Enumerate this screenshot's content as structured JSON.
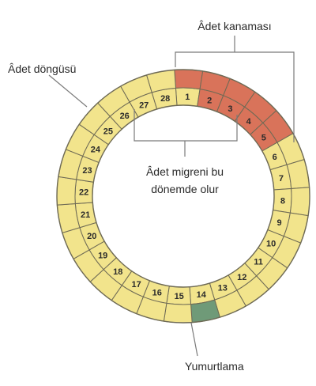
{
  "labels": {
    "cycle": "Âdet döngüsü",
    "bleeding": "Âdet kanaması",
    "migraine_line1": "Âdet migreni bu",
    "migraine_line2": "dönemde olur",
    "ovulation": "Yumurtlama"
  },
  "cycle": {
    "total_days": 28,
    "menstruation_days": [
      1,
      2,
      3,
      4,
      5
    ],
    "ovulation_day": 14,
    "migraine_window_days": [
      27,
      28,
      1,
      2,
      3
    ]
  },
  "colors": {
    "normal": "#f2e48c",
    "menstruation": "#d9735a",
    "ovulation": "#6f9a78",
    "segment_stroke": "#6e6a55",
    "ring_outline": "#6e6a55"
  }
}
